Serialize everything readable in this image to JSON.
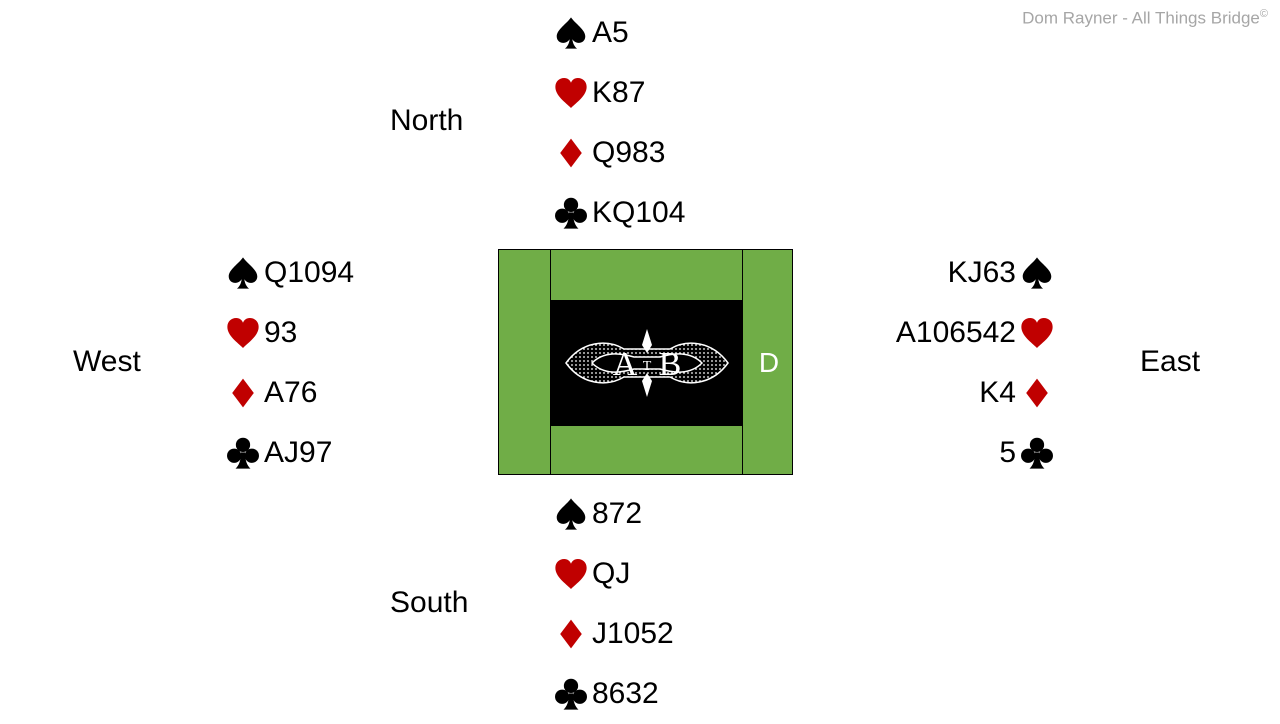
{
  "copyright": {
    "text": "Dom Rayner  - All Things Bridge",
    "symbol": "©"
  },
  "colors": {
    "red_suit": "#c00000",
    "black_suit": "#000000",
    "table_green": "#70ad47",
    "copyright_gray": "#a6a6a6"
  },
  "table": {
    "logo_text": "ATB",
    "logo_left": "A",
    "logo_mid": "T",
    "logo_right": "B",
    "dealer_marker": "D"
  },
  "north": {
    "label": "North",
    "spades": "A5",
    "hearts": "K87",
    "diamonds": "Q983",
    "clubs": "KQ104"
  },
  "south": {
    "label": "South",
    "spades": "872",
    "hearts": "QJ",
    "diamonds": "J1052",
    "clubs": "8632"
  },
  "west": {
    "label": "West",
    "spades": "Q1094",
    "hearts": "93",
    "diamonds": "A76",
    "clubs": "AJ97"
  },
  "east": {
    "label": "East",
    "spades": "KJ63",
    "hearts": "A106542",
    "diamonds": "K4",
    "clubs": "5"
  },
  "icons": [
    "spade-icon",
    "heart-icon",
    "diamond-icon",
    "club-icon",
    "atb-logo-icon"
  ]
}
